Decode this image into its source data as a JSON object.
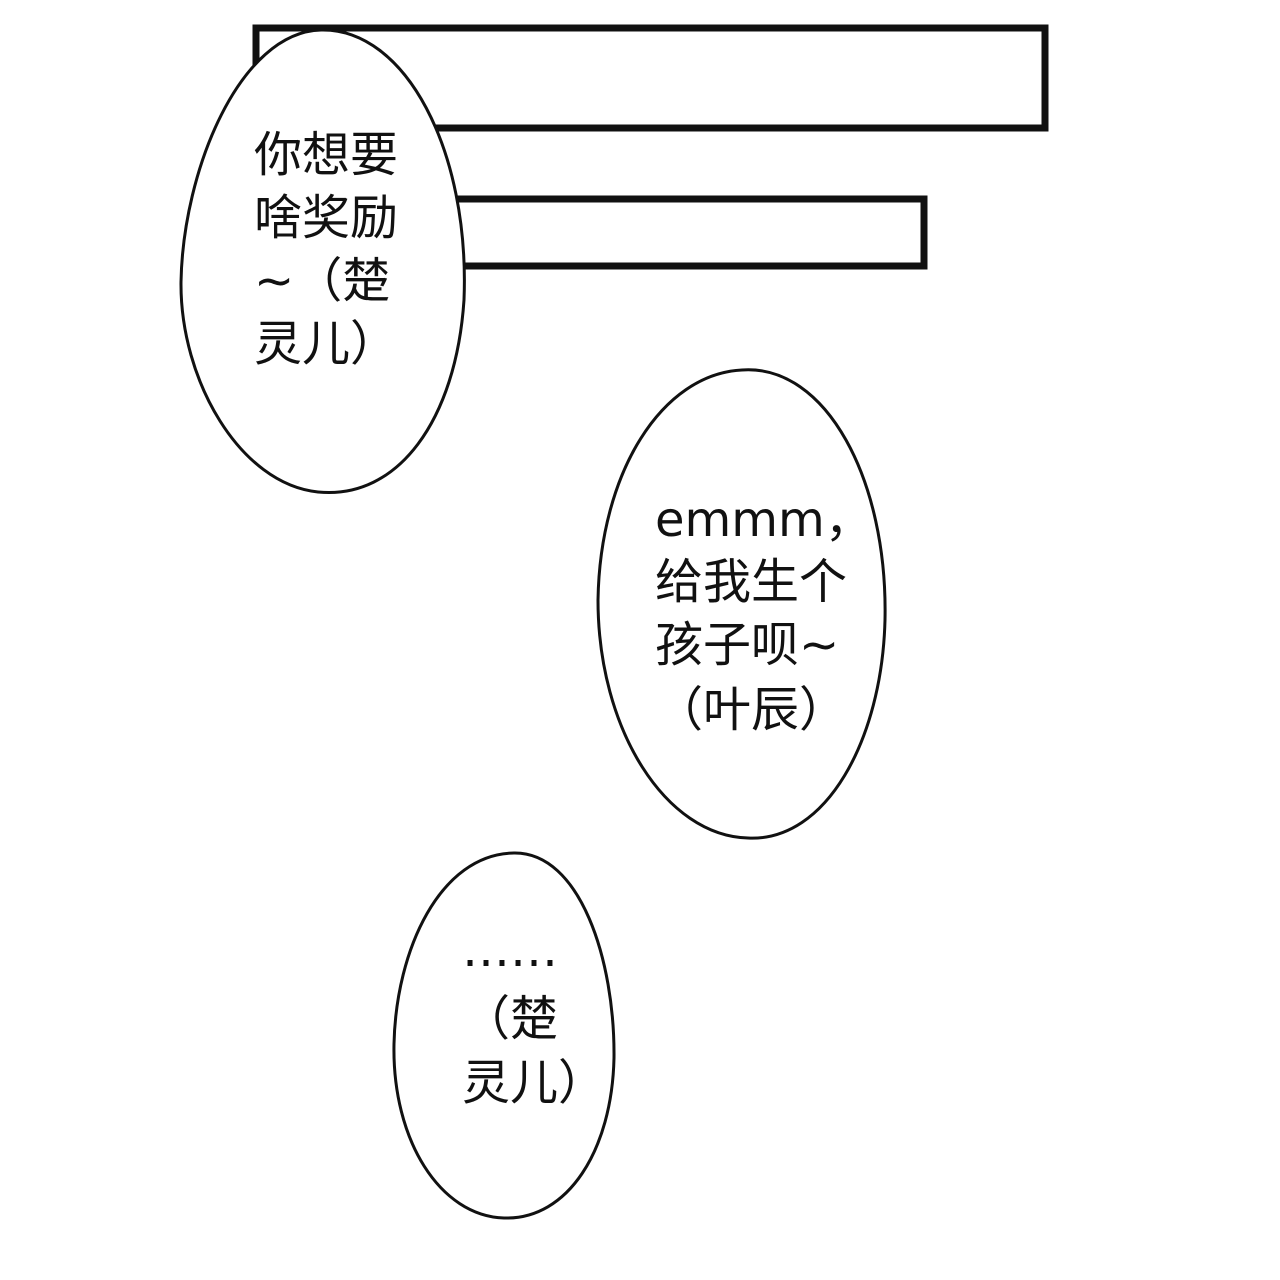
{
  "colors": {
    "background": "#ffffff",
    "ink": "#111111"
  },
  "speech_bubbles": [
    {
      "speaker": "楚灵儿",
      "lines": [
        "你想要",
        "啥奖励",
        "~（楚",
        "灵儿）"
      ]
    },
    {
      "speaker": "叶辰",
      "lines": [
        "emmm，",
        "给我生个",
        "孩子呗~",
        "（叶辰）"
      ]
    },
    {
      "speaker": "楚灵儿",
      "lines": [
        "……",
        "（楚",
        "灵儿）"
      ]
    }
  ]
}
